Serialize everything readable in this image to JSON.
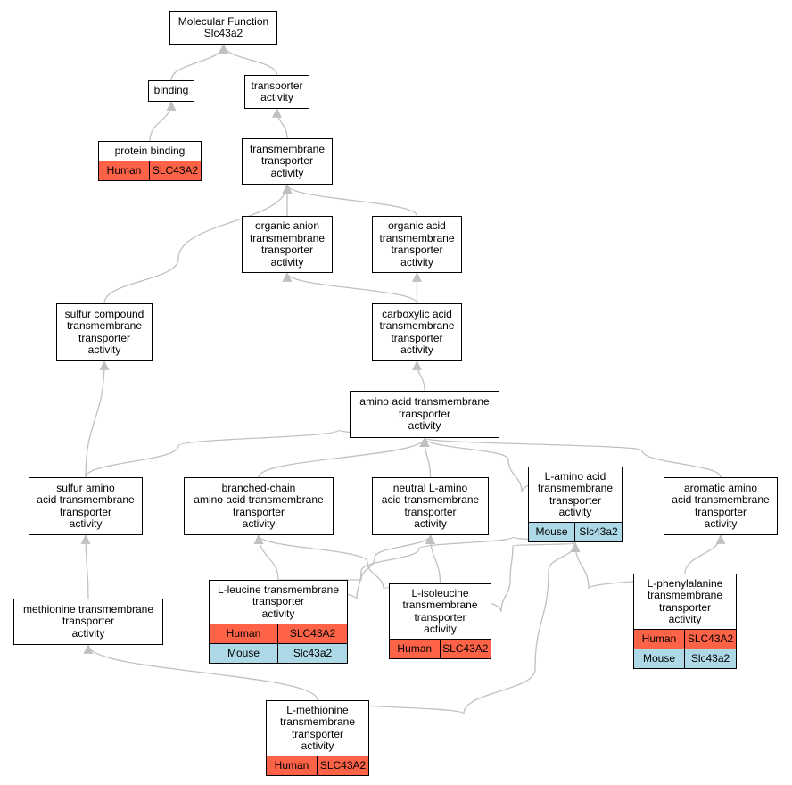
{
  "colors": {
    "human": "#ff6347",
    "mouse": "#add8e6",
    "edge": "#c0c0c0",
    "border": "#000000"
  },
  "nodes": {
    "mf": {
      "label": "Molecular Function\nSlc43a2",
      "annotations": []
    },
    "binding": {
      "label": "binding",
      "annotations": []
    },
    "transporter": {
      "label": "transporter\nactivity",
      "annotations": []
    },
    "protein_binding": {
      "label": "protein binding",
      "annotations": [
        {
          "species": "Human",
          "gene": "SLC43A2"
        }
      ]
    },
    "tmt": {
      "label": "transmembrane\ntransporter\nactivity",
      "annotations": []
    },
    "organic_anion": {
      "label": "organic anion\ntransmembrane\ntransporter\nactivity",
      "annotations": []
    },
    "organic_acid": {
      "label": "organic acid\ntransmembrane\ntransporter\nactivity",
      "annotations": []
    },
    "sulfur_compound": {
      "label": "sulfur compound\ntransmembrane\ntransporter\nactivity",
      "annotations": []
    },
    "carboxylic": {
      "label": "carboxylic acid\ntransmembrane\ntransporter\nactivity",
      "annotations": []
    },
    "amino_acid": {
      "label": "amino acid transmembrane\ntransporter\nactivity",
      "annotations": []
    },
    "sulfur_amino": {
      "label": "sulfur amino\nacid transmembrane\ntransporter\nactivity",
      "annotations": []
    },
    "branched": {
      "label": "branched-chain\namino acid transmembrane\ntransporter\nactivity",
      "annotations": []
    },
    "neutral": {
      "label": "neutral L-amino\nacid transmembrane\ntransporter\nactivity",
      "annotations": []
    },
    "l_amino": {
      "label": "L-amino acid\ntransmembrane\ntransporter\nactivity",
      "annotations": [
        {
          "species": "Mouse",
          "gene": "Slc43a2"
        }
      ]
    },
    "aromatic": {
      "label": "aromatic amino\nacid transmembrane\ntransporter\nactivity",
      "annotations": []
    },
    "methionine": {
      "label": "methionine transmembrane\ntransporter\nactivity",
      "annotations": []
    },
    "leucine": {
      "label": "L-leucine transmembrane\ntransporter\nactivity",
      "annotations": [
        {
          "species": "Human",
          "gene": "SLC43A2"
        },
        {
          "species": "Mouse",
          "gene": "Slc43a2"
        }
      ]
    },
    "isoleucine": {
      "label": "L-isoleucine\ntransmembrane\ntransporter\nactivity",
      "annotations": [
        {
          "species": "Human",
          "gene": "SLC43A2"
        }
      ]
    },
    "phenylalanine": {
      "label": "L-phenylalanine\ntransmembrane\ntransporter\nactivity",
      "annotations": [
        {
          "species": "Human",
          "gene": "SLC43A2"
        },
        {
          "species": "Mouse",
          "gene": "Slc43a2"
        }
      ]
    },
    "l_methionine": {
      "label": "L-methionine\ntransmembrane\ntransporter\nactivity",
      "annotations": [
        {
          "species": "Human",
          "gene": "SLC43A2"
        }
      ]
    }
  },
  "edges": [
    {
      "from": "binding",
      "to": "mf"
    },
    {
      "from": "transporter",
      "to": "mf"
    },
    {
      "from": "protein_binding",
      "to": "binding"
    },
    {
      "from": "tmt",
      "to": "transporter"
    },
    {
      "from": "organic_anion",
      "to": "tmt"
    },
    {
      "from": "organic_acid",
      "to": "tmt"
    },
    {
      "from": "sulfur_compound",
      "to": "tmt"
    },
    {
      "from": "carboxylic",
      "to": "organic_anion"
    },
    {
      "from": "carboxylic",
      "to": "organic_acid"
    },
    {
      "from": "amino_acid",
      "to": "carboxylic"
    },
    {
      "from": "sulfur_amino",
      "to": "sulfur_compound"
    },
    {
      "from": "sulfur_amino",
      "to": "amino_acid"
    },
    {
      "from": "branched",
      "to": "amino_acid"
    },
    {
      "from": "neutral",
      "to": "amino_acid"
    },
    {
      "from": "l_amino",
      "to": "amino_acid"
    },
    {
      "from": "aromatic",
      "to": "amino_acid"
    },
    {
      "from": "methionine",
      "to": "sulfur_amino"
    },
    {
      "from": "leucine",
      "to": "branched"
    },
    {
      "from": "leucine",
      "to": "neutral"
    },
    {
      "from": "leucine",
      "to": "l_amino"
    },
    {
      "from": "isoleucine",
      "to": "branched"
    },
    {
      "from": "isoleucine",
      "to": "neutral"
    },
    {
      "from": "isoleucine",
      "to": "l_amino"
    },
    {
      "from": "phenylalanine",
      "to": "aromatic"
    },
    {
      "from": "phenylalanine",
      "to": "l_amino"
    },
    {
      "from": "l_methionine",
      "to": "methionine"
    },
    {
      "from": "l_methionine",
      "to": "l_amino"
    }
  ]
}
